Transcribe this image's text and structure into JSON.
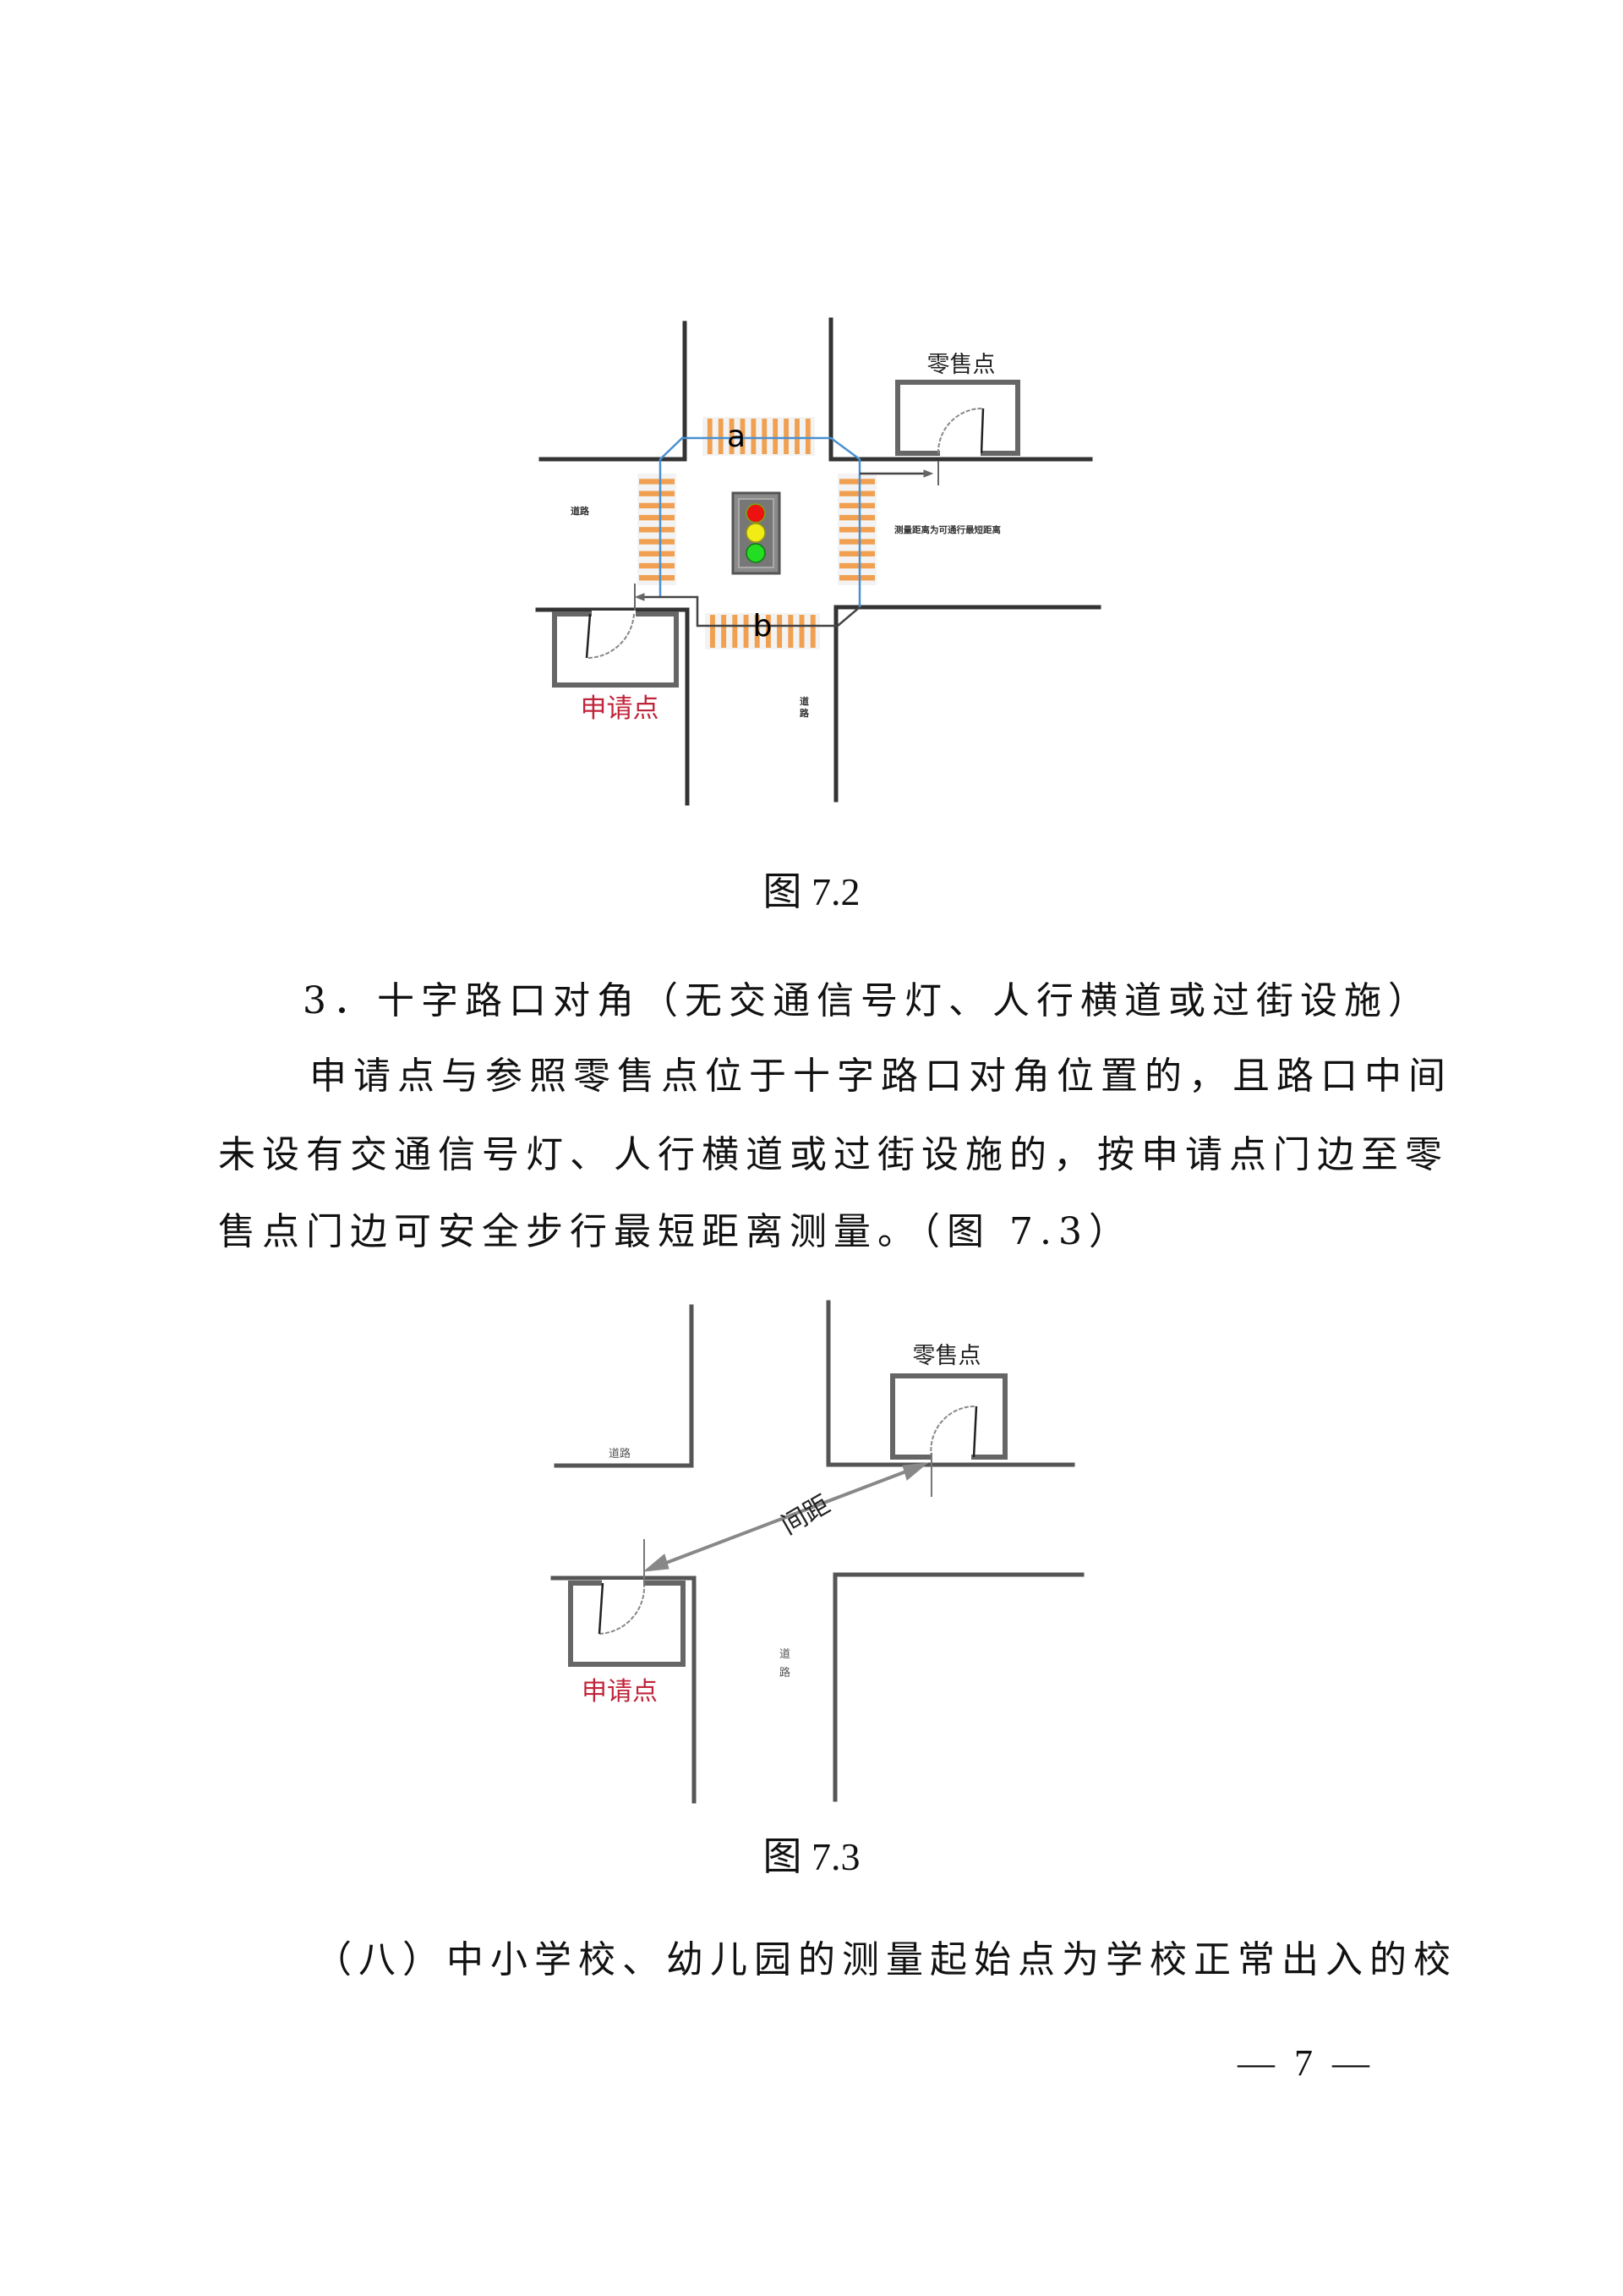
{
  "figure_7_2": {
    "caption": "图 7.2",
    "labels": {
      "retail": "零售点",
      "applicant": "申请点",
      "crosswalk_a": "a",
      "crosswalk_b": "b",
      "road_left": "道路",
      "road_bottom_1": "道",
      "road_bottom_2": "路",
      "note": "测量距离为可通行最短距离"
    },
    "traffic_light_colors": [
      "#ee1111",
      "#f2ec16",
      "#22dd22"
    ],
    "crosswalk_color": "#f0a050",
    "path_color": "#4a90d0"
  },
  "section_3": {
    "heading": "3．十字路口对角（无交通信号灯、人行横道或过街设施）",
    "paragraph_lines": [
      "申请点与参照零售点位于十字路口对角位置的，且路口中间",
      "未设有交通信号灯、人行横道或过街设施的，按申请点门边至零",
      "售点门边可安全步行最短距离测量。（图 7.3）"
    ]
  },
  "figure_7_3": {
    "caption": "图 7.3",
    "labels": {
      "retail": "零售点",
      "applicant": "申请点",
      "distance": "间距",
      "road_left": "道路",
      "road_bottom_1": "道",
      "road_bottom_2": "路"
    }
  },
  "section_8": {
    "heading": "（八）中小学校、幼儿园的测量起始点为学校正常出入的校"
  },
  "footer": {
    "page_number": "— 7 —"
  }
}
